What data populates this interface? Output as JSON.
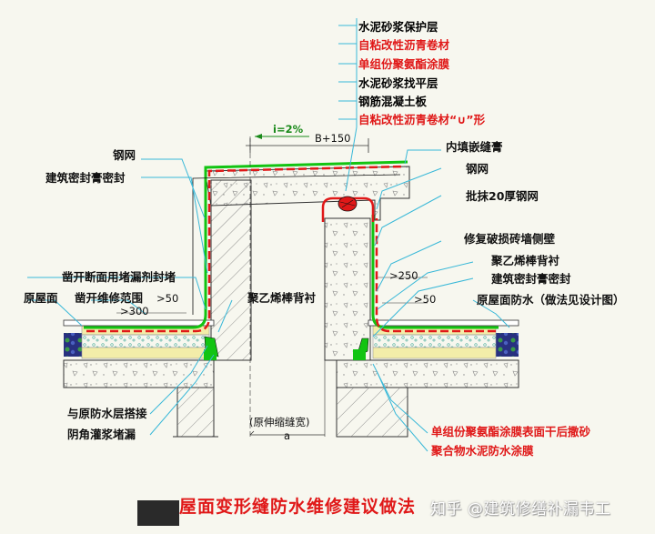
{
  "title": "屋面变形缝防水维修建议做法",
  "watermark": "知乎 @建筑修缮补漏韦工",
  "slope": "i=2%",
  "dimensions": {
    "width_label": "B+150",
    "d250": ">250",
    "d50_left": ">50",
    "d300": ">300",
    "d50_right": ">50",
    "joint_width": "(原伸缩缝宽)",
    "joint_symbol": "a"
  },
  "layer_labels": [
    {
      "text": "水泥砂浆保护层",
      "color": "#111111"
    },
    {
      "text": "自粘改性沥青卷材",
      "color": "#e01818"
    },
    {
      "text": "单组份聚氨酯涂膜",
      "color": "#e01818"
    },
    {
      "text": "水泥砂浆找平层",
      "color": "#111111"
    },
    {
      "text": "钢筋混凝土板",
      "color": "#111111"
    },
    {
      "text": "自粘改性沥青卷材“∪”形",
      "color": "#e01818"
    }
  ],
  "labels_left": {
    "steel_mesh": "钢网",
    "sealant": "建筑密封膏密封",
    "cut_edge": "凿开断面用堵漏剂封堵",
    "repair_range": "凿开维修范围",
    "orig_roof": "原屋面",
    "pe_rod": "聚乙烯棒背衬",
    "lap": "与原防水层搭接",
    "fillet": "阴角灌浆堵漏"
  },
  "labels_right": {
    "inner_sealant": "内填嵌缝膏",
    "steel_mesh": "钢网",
    "plaster": "批抹20厚钢网",
    "repair_wall": "修复破损砖墙侧壁",
    "pe_rod": "聚乙烯棒背衬",
    "sealant": "建筑密封膏密封",
    "orig_waterproof": "原屋面防水（做法见设计图）"
  },
  "labels_bottom": {
    "polyurethane_sand": "单组份聚氨酯涂膜表面干后撒砂",
    "polymer_cement": "聚合物水泥防水涂膜"
  },
  "colors": {
    "membrane_red": "#e01818",
    "coating_green": "#12c412",
    "leader_cyan": "#38b8d8",
    "concrete_line": "#333333",
    "insulation_yellow": "#f3eda9"
  }
}
